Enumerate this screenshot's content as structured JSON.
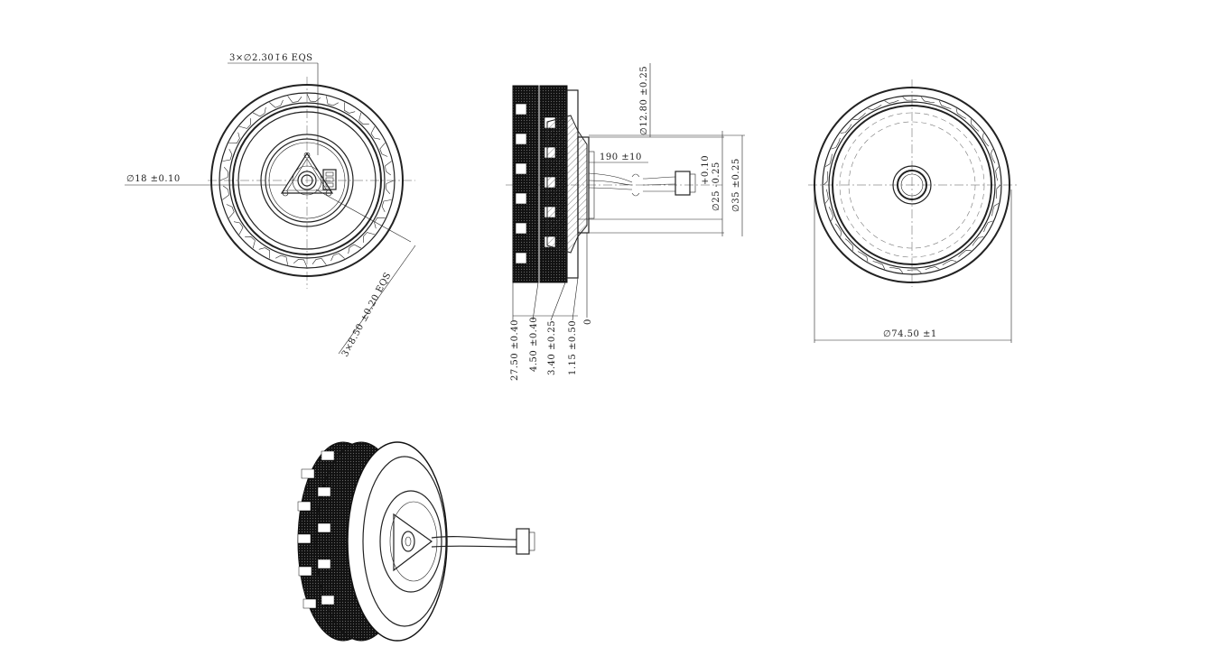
{
  "views": {
    "front": {
      "name": "front-view"
    },
    "side": {
      "name": "side-view"
    },
    "rear": {
      "name": "rear-view"
    },
    "iso": {
      "name": "isometric-view"
    }
  },
  "dimensions": {
    "holes": "3×∅2.30↧6 EQS",
    "hub_dia": "∅18  ±0.10",
    "slot_spacing": "3×8.50  ±0.20 EQS",
    "shaft_dia": "∅12.80  ±0.25",
    "cable_len": "190  ±10",
    "tol_up": "+0.10",
    "boss_dia": "∅25  -0.25",
    "flange_dia": "∅35  ±0.25",
    "outer_dia": "∅74.50  ±1",
    "width_1": "27.50  ±0.40",
    "width_2": "4.50  ±0.40",
    "width_3": "3.40  ±0.25",
    "width_4": "1.15  ±0.50",
    "width_5": "0"
  }
}
